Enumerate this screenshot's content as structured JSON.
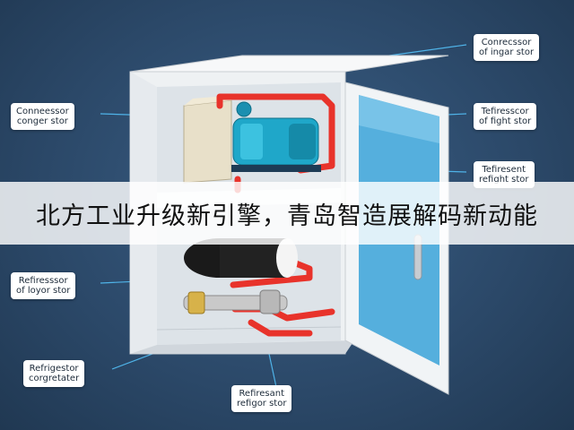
{
  "labels": {
    "top_right": {
      "line1": "Conrecssor",
      "line2": "of ingar stor"
    },
    "left_top": {
      "line1": "Conneessor",
      "line2": "conger stor"
    },
    "right_mid": {
      "line1": "Tefiresscor",
      "line2": "of fight stor"
    },
    "right_mid2": {
      "line1": "Tefiresent",
      "line2": "refight stor"
    },
    "left_mid": {
      "line1": "Refiresssor",
      "line2": "of loyor stor"
    },
    "left_bottom": {
      "line1": "Refrigestor",
      "line2": "corgretater"
    },
    "bottom_center": {
      "line1": "Refiresant",
      "line2": "refigor stor"
    }
  },
  "banner": {
    "text": "北方工业升级新引擎，青岛智造展解码新动能"
  },
  "colors": {
    "background": "#2c4a6b",
    "cabinet": "#eef1f3",
    "pipe": "#e8332b",
    "compressor": "#1fa7c9",
    "glass": "#3aa2d8"
  }
}
